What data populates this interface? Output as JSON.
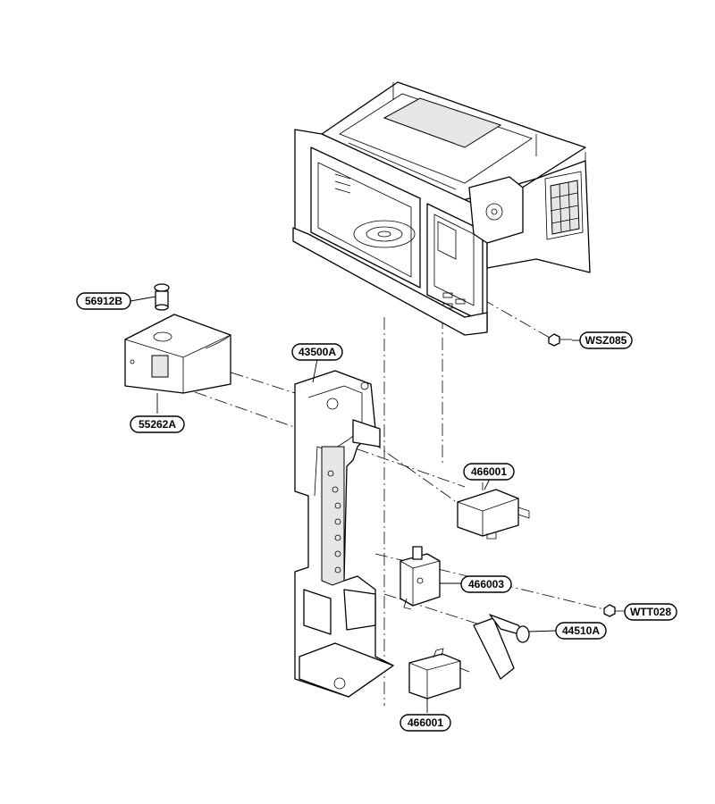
{
  "callouts": {
    "c56912B": "56912B",
    "c55262A": "55262A",
    "c43500A": "43500A",
    "cWSZ085": "WSZ085",
    "c466001_top": "466001",
    "c466003": "466003",
    "cWTT028": "WTT028",
    "c44510A": "44510A",
    "c466001_bottom": "466001"
  }
}
